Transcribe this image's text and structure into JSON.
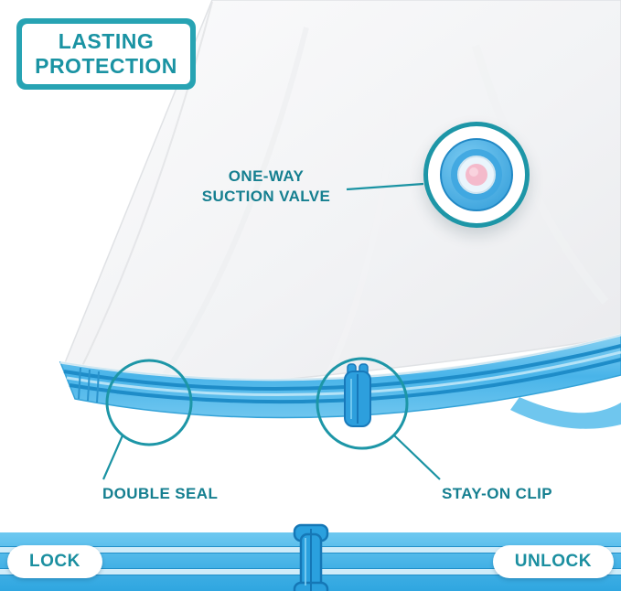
{
  "badge": {
    "line1": "LASTING",
    "line2": "PROTECTION"
  },
  "callouts": {
    "valve": {
      "line1": "ONE-WAY",
      "line2": "SUCTION VALVE"
    },
    "double_seal": {
      "label": "DOUBLE SEAL"
    },
    "stay_on_clip": {
      "label": "STAY-ON CLIP"
    }
  },
  "bottom_bar": {
    "lock": "LOCK",
    "unlock": "UNLOCK"
  },
  "colors": {
    "accent_teal": "#1a93a3",
    "label_teal": "#157f90",
    "badge_teal": "#27a3b3",
    "seal_blue": "#49b4e9",
    "seal_line_blue": "#1e8cc8",
    "bar_blue": "#2fa6e0",
    "clip_blue": "#2d9fdd",
    "valve_pink": "#f4bacb"
  },
  "icons": {
    "valve": "one-way-suction-valve-icon",
    "seal_clip": "stay-on-clip-icon",
    "zipper_slider": "zipper-clip-icon",
    "bag": "vacuum-bag-illustration"
  }
}
